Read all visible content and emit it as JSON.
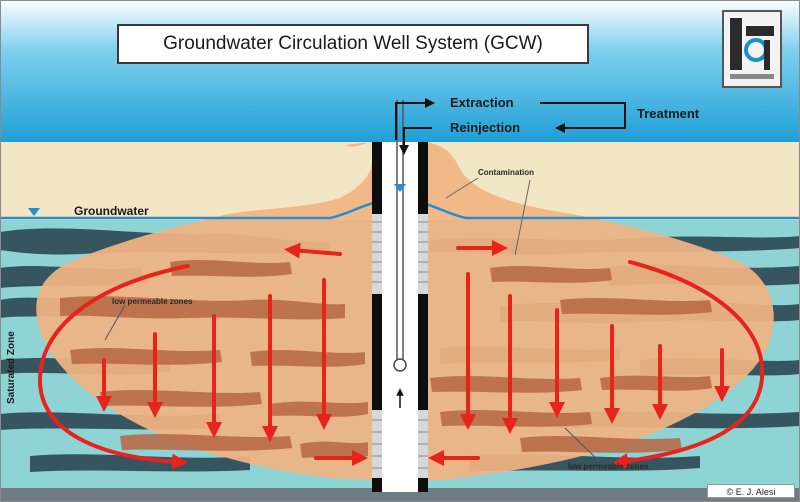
{
  "title": "Groundwater Circulation Well System (GCW)",
  "flow_labels": {
    "extraction": "Extraction",
    "reinjection": "Reinjection",
    "treatment": "Treatment"
  },
  "labels": {
    "contamination": "Contamination",
    "groundwater": "Groundwater",
    "low_perm_left": "low permeable zones",
    "low_perm_right": "low permeable zones",
    "saturated_zone": "Saturated Zone"
  },
  "credit": "© E. J. Alesi",
  "colors": {
    "sky": "#2aa9dc",
    "soil": "#f3e6c4",
    "water": "#8fd4d4",
    "plume": "#f0b483",
    "clay": "#2f4b55",
    "lens": "#b86a45",
    "arrow": "#e8231e",
    "well": "#0d0d0d"
  },
  "icons": [
    "triangle-water-level-icon",
    "logo-icon"
  ]
}
